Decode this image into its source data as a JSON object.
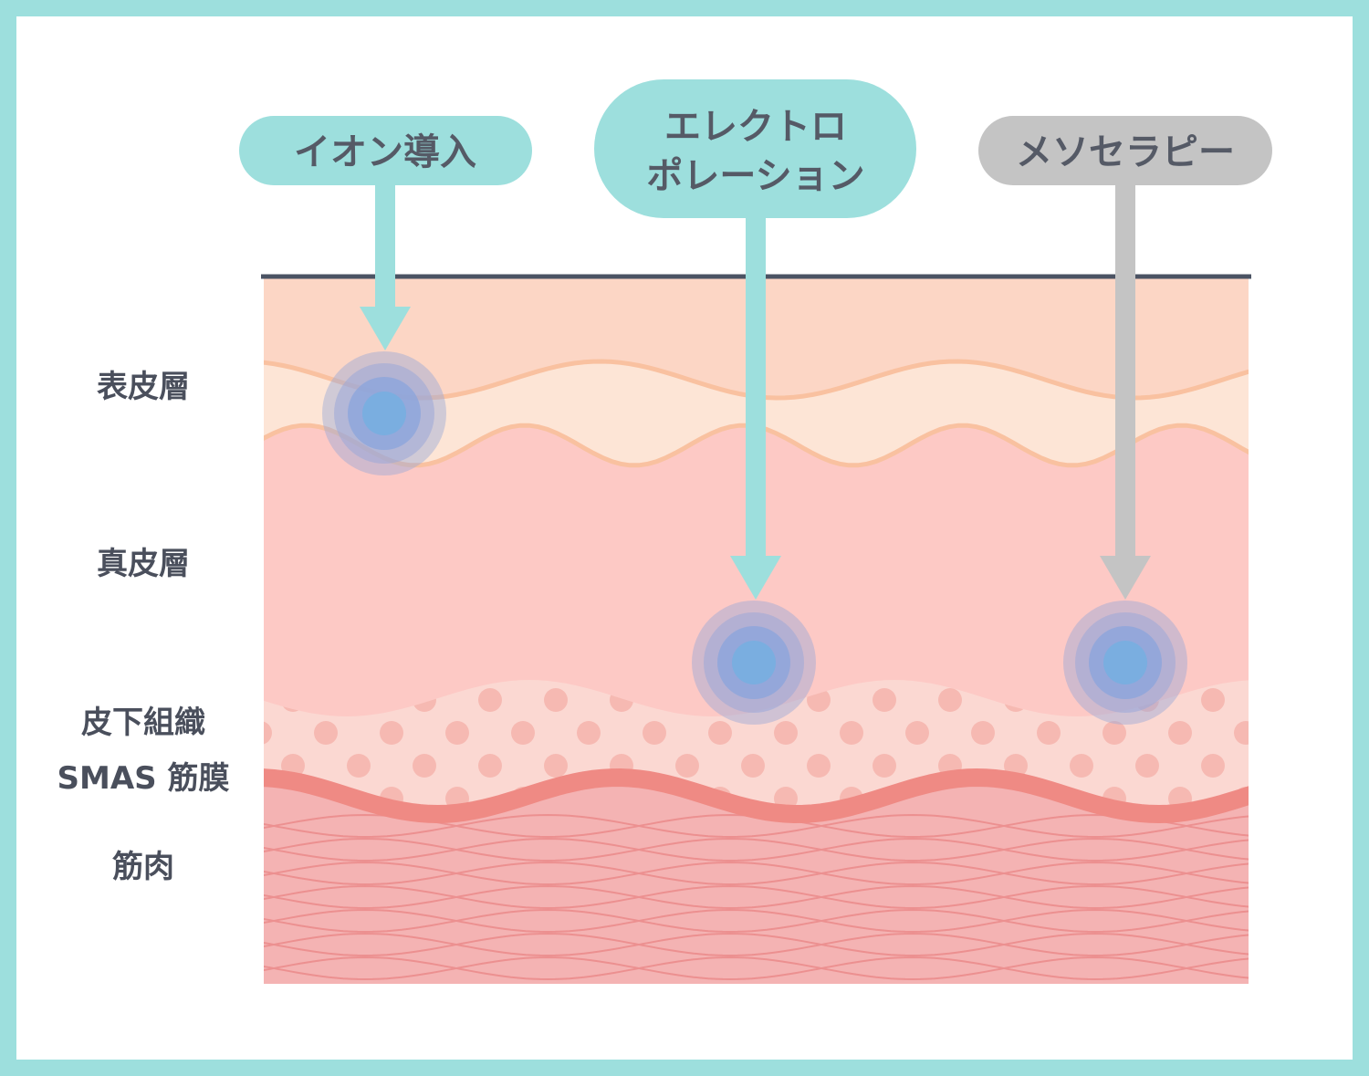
{
  "colors": {
    "frame": "#9ddfdd",
    "teal": "#9ddfdd",
    "gray": "#c4c4c4",
    "surface_line": "#4b5363",
    "epidermis_top": "#fcd6c5",
    "epidermis_band": "#fde5d6",
    "epidermis_line": "#f9c1a0",
    "dermis": "#fdc9c5",
    "subcutis": "#fbd8d2",
    "subcutis_dots": "#f6b9b2",
    "smas": "#ef8a84",
    "muscle": "#f4b3b3",
    "muscle_fiber": "#ec9090",
    "target_core": "#7aaee0",
    "target_ring": "#9aa8d8"
  },
  "treatments": [
    {
      "label_lines": [
        "イオン導入"
      ],
      "color": "teal"
    },
    {
      "label_lines": [
        "エレクトロ",
        "ポレーション"
      ],
      "color": "teal"
    },
    {
      "label_lines": [
        "メソセラピー"
      ],
      "color": "gray"
    }
  ],
  "layers": [
    {
      "label_lines": [
        "表皮層"
      ]
    },
    {
      "label_lines": [
        "真皮層"
      ]
    },
    {
      "label_lines": [
        "皮下組織",
        "SMAS 筋膜"
      ]
    },
    {
      "label_lines": [
        "筋肉"
      ]
    }
  ]
}
